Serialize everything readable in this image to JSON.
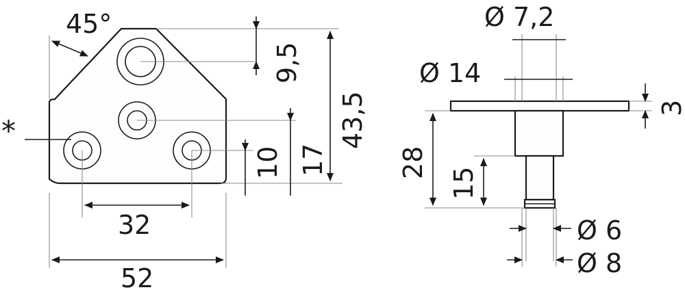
{
  "drawing": {
    "plate_view": {
      "angle_label": "45°",
      "asterisk_label": "*",
      "dim_hole_offset": "9,5",
      "dim_total_height": "43,5",
      "dim_upper_hole_height": "17",
      "dim_lower_hole_height": "10",
      "dim_hole_spacing": "32",
      "dim_total_width": "52"
    },
    "side_view": {
      "dim_pin_diameter_top": "Ø 7,2",
      "dim_flange_diameter": "Ø 14",
      "dim_flange_thickness": "3",
      "dim_total_length": "28",
      "dim_pin_length": "15",
      "dim_pin_diameter": "Ø 6",
      "dim_collar_diameter": "Ø 8"
    }
  }
}
